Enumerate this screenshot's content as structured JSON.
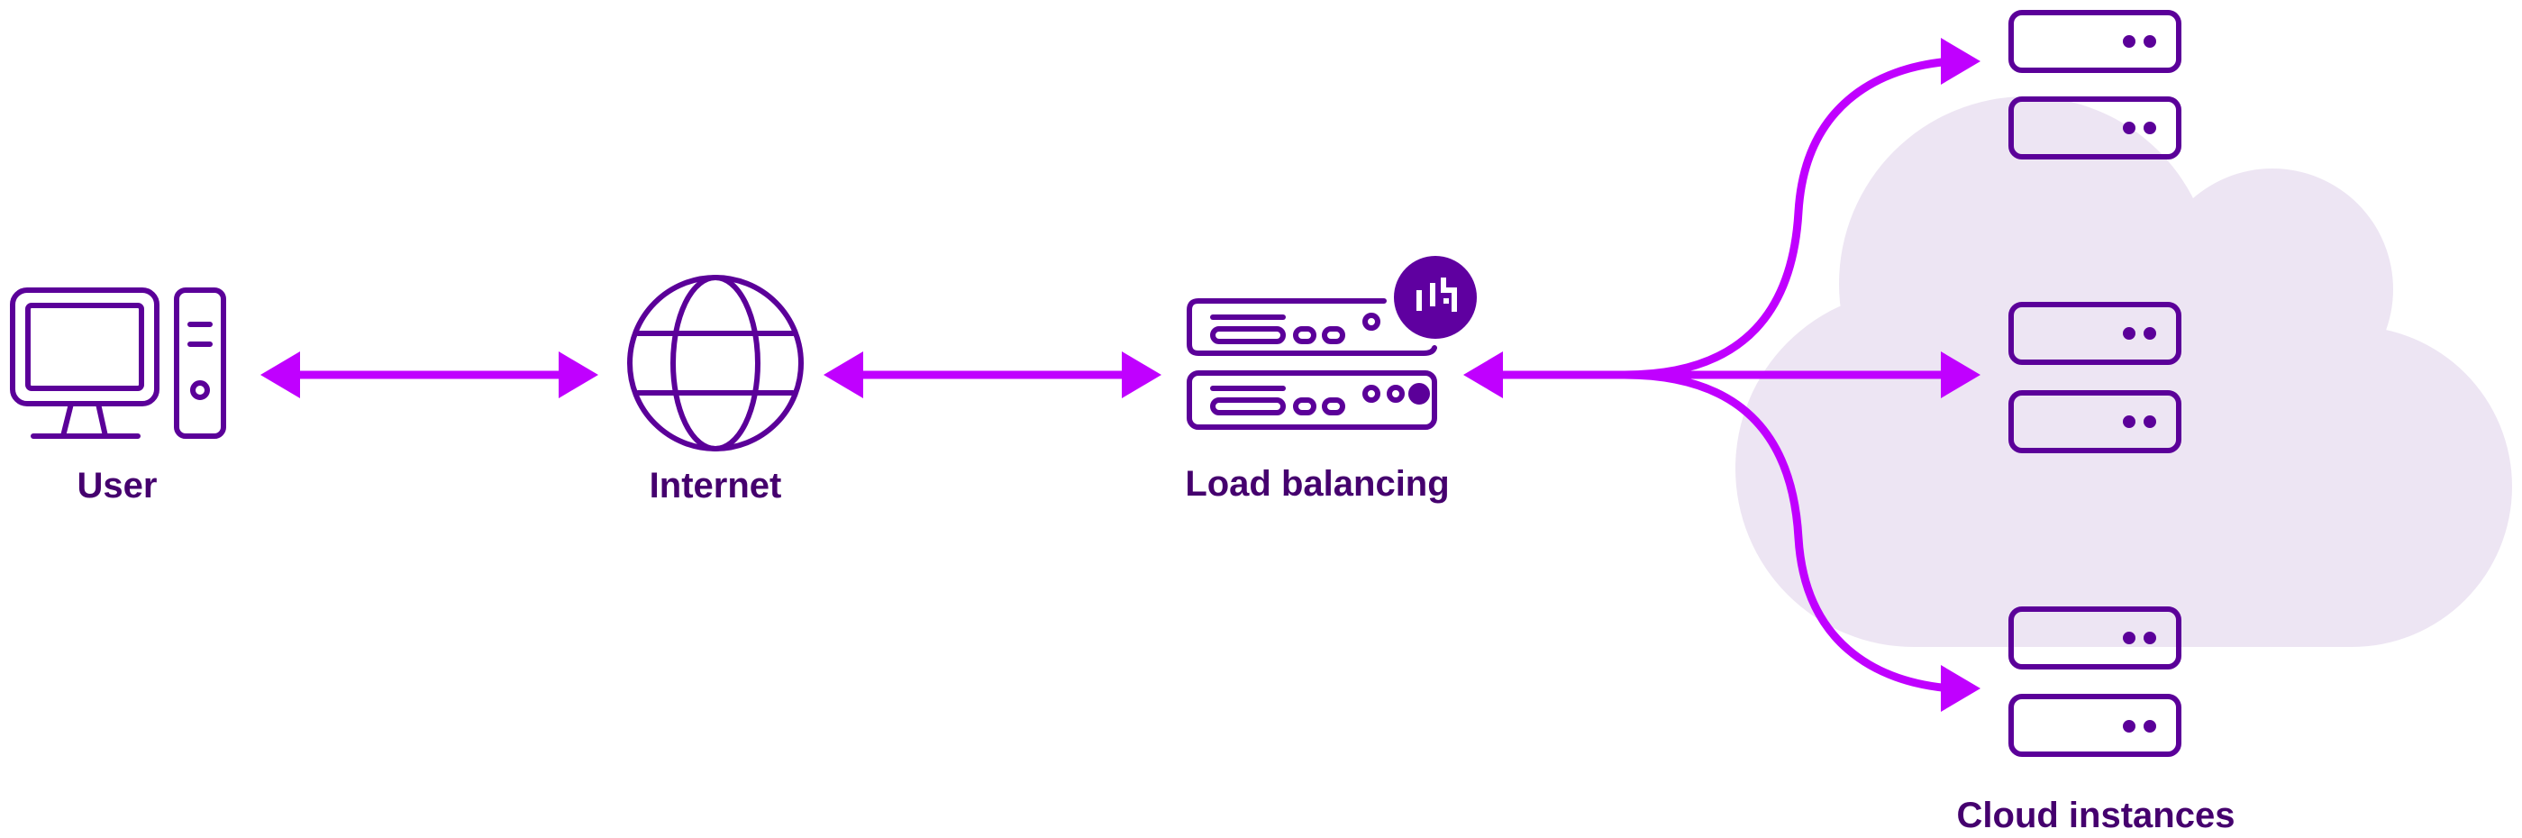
{
  "nodes": {
    "user": {
      "label": "User",
      "icon": "desktop-computer-icon"
    },
    "internet": {
      "label": "Internet",
      "icon": "globe-icon"
    },
    "load_balancer": {
      "label": "Load balancing",
      "icon": "server-stack-icon",
      "badge_icon": "balance-bars-icon"
    },
    "cloud": {
      "label": "Cloud instances",
      "icon": "cloud-icon",
      "instance_count": 3
    }
  },
  "colors": {
    "arrow": "#c000ff",
    "icon": "#5b0099",
    "label": "#45006e",
    "badge": "#5f00a0",
    "cloud": "#ede5f3"
  }
}
